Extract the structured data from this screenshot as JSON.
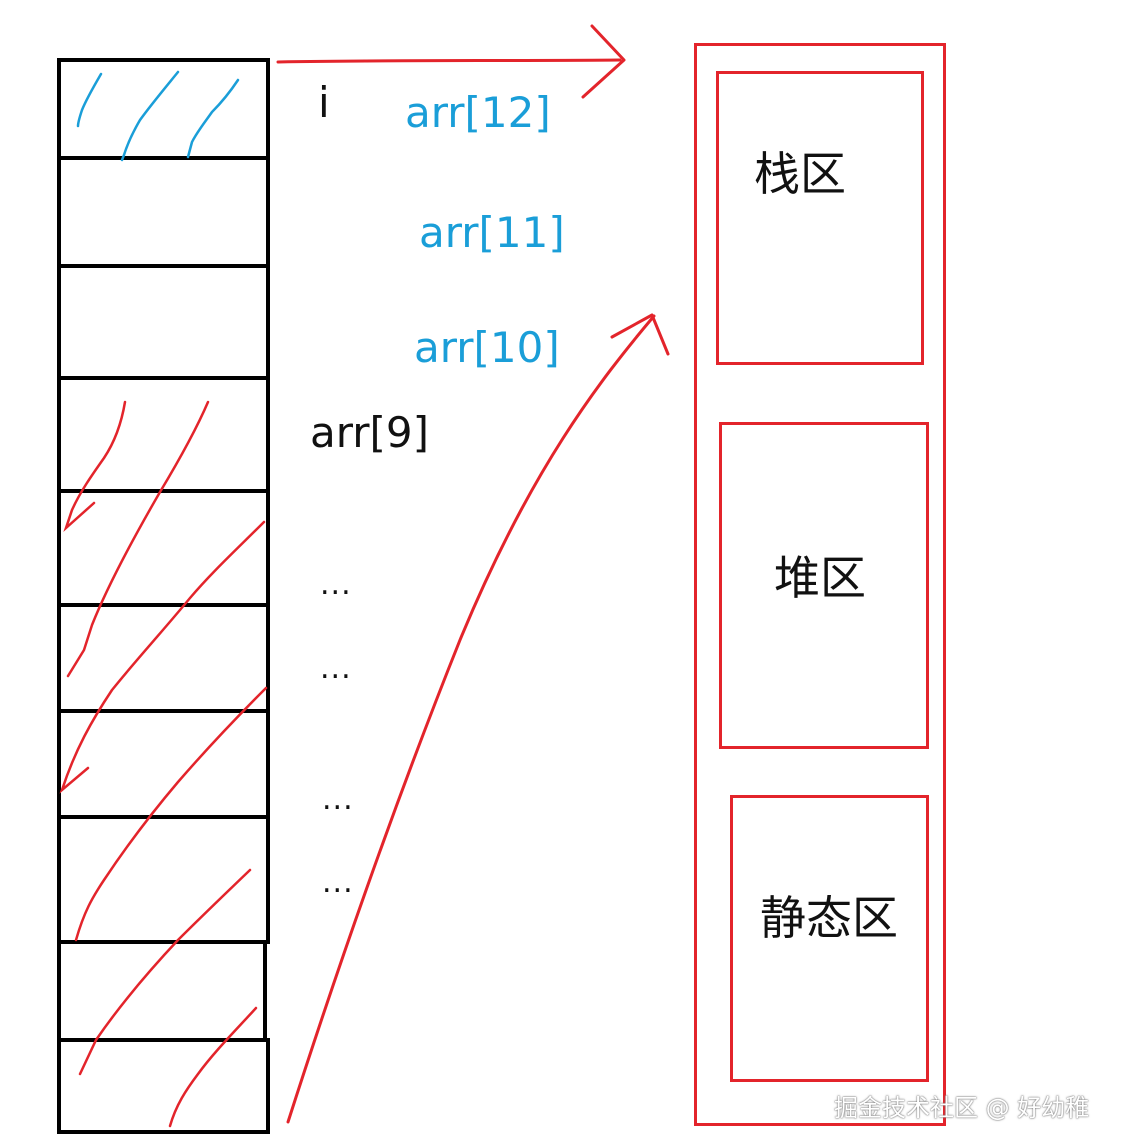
{
  "cells": [
    {
      "name": "cell-1"
    },
    {
      "name": "cell-2"
    },
    {
      "name": "cell-3"
    },
    {
      "name": "cell-4"
    },
    {
      "name": "cell-5"
    },
    {
      "name": "cell-6"
    },
    {
      "name": "cell-7"
    },
    {
      "name": "cell-8"
    },
    {
      "name": "cell-9"
    },
    {
      "name": "cell-10"
    }
  ],
  "labels": {
    "i": "i",
    "arr12": "arr[12]",
    "arr11": "arr[11]",
    "arr10": "arr[10]",
    "arr9": "arr[9]",
    "ellipsis_1": "...",
    "ellipsis_2": "...",
    "ellipsis_3": "...",
    "ellipsis_4": "..."
  },
  "memory": {
    "stack": "栈区",
    "heap": "堆区",
    "static": "静态区"
  },
  "watermark": "掘金技术社区 @ 好幼稚",
  "colors": {
    "cell_border": "#000000",
    "region_border": "#e3242b",
    "red_scribble": "#e3242b",
    "blue_scribble": "#1a9ed8",
    "blue_label": "#1a9ed8"
  }
}
